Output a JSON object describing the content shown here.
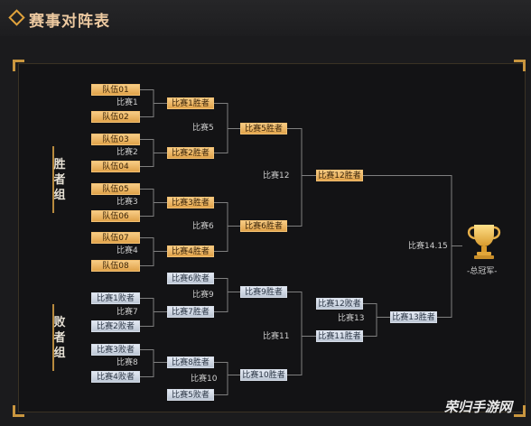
{
  "header": {
    "title": "赛事对阵表"
  },
  "winners_label": [
    "胜",
    "者",
    "组"
  ],
  "losers_label": [
    "败",
    "者",
    "组"
  ],
  "winners": {
    "teams": [
      "队伍01",
      "队伍02",
      "队伍03",
      "队伍04",
      "队伍05",
      "队伍06",
      "队伍07",
      "队伍08"
    ],
    "r1_matches": [
      "比赛1",
      "比赛2",
      "比赛3",
      "比赛4"
    ],
    "r1_results": [
      "比赛1胜者",
      "比赛2胜者",
      "比赛3胜者",
      "比赛4胜者"
    ],
    "r2_matches": [
      "比赛5",
      "比赛6"
    ],
    "r2_results": [
      "比赛5胜者",
      "比赛6胜者"
    ],
    "r3_match": "比赛12",
    "r3_result": "比赛12胜者"
  },
  "losers": {
    "entrants": [
      "比赛1败者",
      "比赛2败者",
      "比赛3败者",
      "比赛4败者"
    ],
    "r1_matches": [
      "比赛7",
      "比赛8"
    ],
    "drop_top": "比赛6败者",
    "drop_bottom": "比赛5败者",
    "r1_results": [
      "比赛7胜者",
      "比赛8胜者"
    ],
    "r2_matches": [
      "比赛9",
      "比赛10"
    ],
    "r2_results": [
      "比赛9胜者",
      "比赛10胜者"
    ],
    "r3_match": "比赛11",
    "r3_result": "比赛11胜者",
    "drop_final": "比赛12败者",
    "r4_match": "比赛13",
    "r4_result": "比赛13胜者"
  },
  "final": {
    "match": "比赛14.15",
    "champion": "-总冠军-"
  },
  "watermark": "荣归手游网",
  "colors": {
    "accent": "#e0a23c",
    "gold_box": "#f0b862",
    "silver_box": "#cfd7e3",
    "line": "#7a7a7a"
  }
}
